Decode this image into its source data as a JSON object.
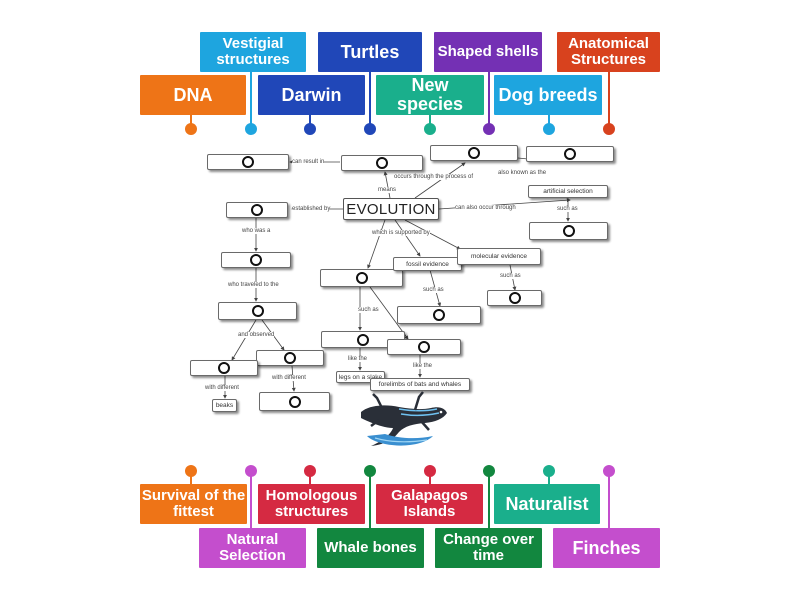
{
  "colors": {
    "orange": "#ee7417",
    "light_blue": "#1ea5df",
    "dark_blue": "#2047b8",
    "purple": "#7430b4",
    "red_orange": "#d8421e",
    "teal": "#1aaf8c",
    "crimson": "#d52a42",
    "magenta": "#c44ecd",
    "green": "#12873f"
  },
  "top_tiles": {
    "vestigial": "Vestigial structures",
    "turtles": "Turtles",
    "shaped_shells": "Shaped shells",
    "anatomical": "Anatomical Structures",
    "dna": "DNA",
    "darwin": "Darwin",
    "new_species": "New species",
    "dog_breeds": "Dog breeds"
  },
  "bottom_tiles": {
    "survival": "Survival of the fittest",
    "homologous": "Homologous structures",
    "galapagos": "Galapagos Islands",
    "naturalist": "Naturalist",
    "natural_selection": "Natural Selection",
    "whale_bones": "Whale bones",
    "change": "Change over time",
    "finches": "Finches"
  },
  "map": {
    "center": "EVOLUTION",
    "artificial_selection": "artificial selection",
    "fossil_evidence": "fossil evidence",
    "molecular_evidence": "molecular evidence",
    "beaks": "beaks",
    "legs_on_snake": "legs on a slake",
    "forelimbs": "forelimbs of bats and whales"
  },
  "links": {
    "can_result_in": "can result in",
    "means": "means",
    "occurs_through": "occurs through the process of",
    "also_known_as": "also known as the",
    "established_by": "established by",
    "can_also_occur": "can also occur through",
    "such_as_1": "such as",
    "which_supported": "which is supported by",
    "who_was_a": "who was a",
    "such_as_2": "such as",
    "such_as_3": "such as",
    "who_traveled": "who traveled to the",
    "such_as_4": "such as",
    "and_observed": "and observed",
    "like_the_1": "like the",
    "like_the_2": "like the",
    "with_different_1": "with different",
    "with_different_2": "with different"
  }
}
